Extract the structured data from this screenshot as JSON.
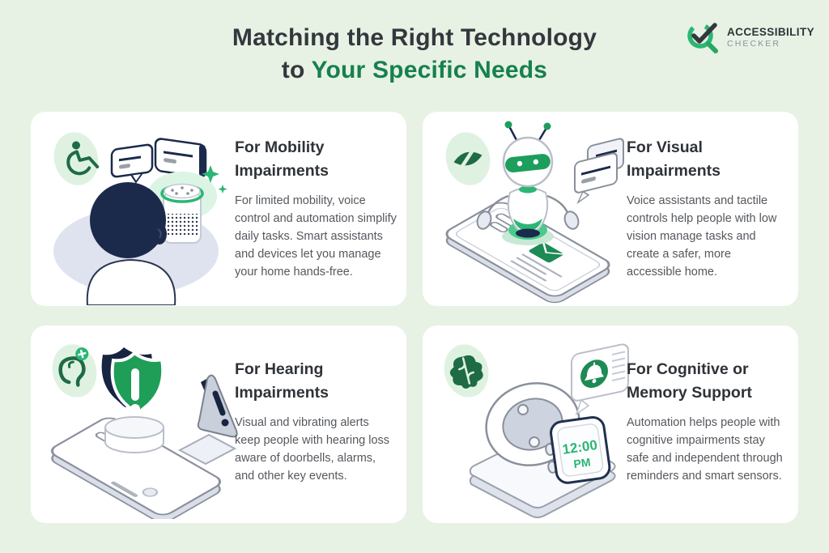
{
  "header": {
    "title_line1": "Matching the Right Technology",
    "title_line2_prefix": "to ",
    "title_line2_highlight": "Your Specific Needs"
  },
  "logo": {
    "icon": "magnifier-check-icon",
    "name_top": "ACCESSIBILITY",
    "name_bottom": "CHECKER"
  },
  "colors": {
    "background": "#E7F2E5",
    "card": "#FFFFFF",
    "title_dark": "#34383D",
    "title_green": "#17804F",
    "heading": "#2F3338",
    "body_text": "#54585D",
    "accent_green": "#2BB673",
    "deep_green": "#1E8A55",
    "badge_bg": "#DFF2E2",
    "badge_icon": "#1E6B45",
    "navy": "#1B2A4B"
  },
  "cards": [
    {
      "id": "mobility",
      "badge_icon": "wheelchair-icon",
      "illustration": "person-with-smart-speaker",
      "heading": "For Mobility Impairments",
      "body": "For limited mobility, voice control and automation simplify daily tasks. Smart assistants and devices let you manage your home hands-free."
    },
    {
      "id": "visual",
      "badge_icon": "eye-off-icon",
      "illustration": "robot-on-smartphone",
      "heading": "For Visual Impairments",
      "body": "Voice assistants and tactile controls help people with low vision manage tasks and create a safer, more accessible home."
    },
    {
      "id": "hearing",
      "badge_icon": "hearing-aid-icon",
      "illustration": "alert-shield-on-smartphone",
      "heading": "For Hearing Impairments",
      "body": "Visual and vibrating alerts keep people with hearing loss aware of doorbells, alarms, and other key events."
    },
    {
      "id": "cognitive",
      "badge_icon": "brain-icon",
      "illustration": "smartwatch-reminder",
      "heading": "For Cognitive or Memory Support",
      "body": "Automation helps people with cognitive impairments stay safe and independent through reminders and smart sensors.",
      "watch": {
        "time": "12:00",
        "meridiem": "PM"
      }
    }
  ]
}
